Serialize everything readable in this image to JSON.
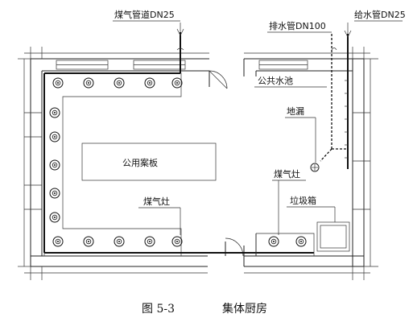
{
  "labels": {
    "gas_main": "煤气管道DN25",
    "drain_pipe": "排水管DN100",
    "water_pipe": "给水管DN25",
    "public_sink": "公共水池",
    "floor_drain": "地漏",
    "shared_board": "公用案板",
    "stove_left": "煤气灶",
    "stove_right": "煤气灶",
    "trash_bin": "垃圾箱"
  },
  "caption": {
    "figure_no": "图 5-3",
    "title": "集体厨房"
  },
  "icons": {
    "burner": "gas-burner-icon",
    "faucet": "faucet-icon",
    "drain": "floor-drain-icon"
  }
}
